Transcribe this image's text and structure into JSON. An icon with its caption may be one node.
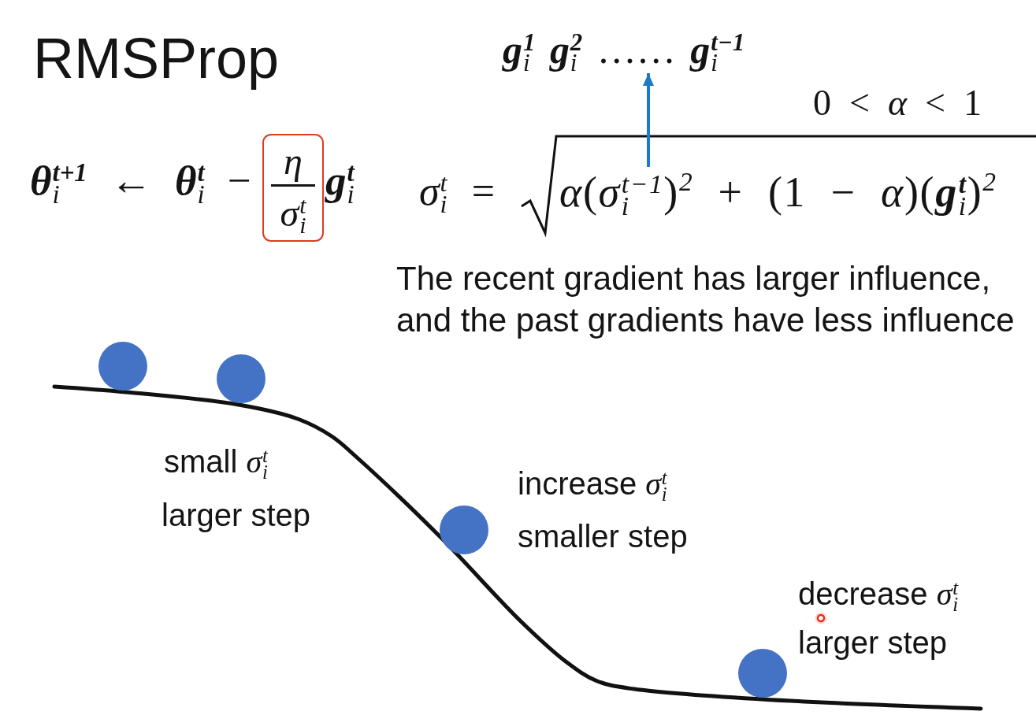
{
  "diagram": {
    "title": "RMSProp",
    "nodes": [
      {
        "text": [
          "**g**$_{i}$$^{1}$ **g**$_{i}$$^{2}$ …… **g**$_{i}$$^{t−1}$"
        ]
      },
      {
        "text": [
          "η",
          "*σ*$_{i}$$^{t}$"
        ]
      },
      {
        "text": [
          "*α*(*σ*$_{i}$$^{t−1}$)$^{2}$ + (1 − *α*)(**g**$_{i}$$^{t}$)$^{2}$"
        ]
      }
    ],
    "edges": [
      {
        "from": 2,
        "to": 0,
        "arrow": "to"
      }
    ],
    "labels": [
      "0 < *α* < 1",
      "**θ**$_{i}$$^{t+1}$ ← **θ**$_{i}$$^{t}$ −",
      "**g**$_{i}$$^{t}$",
      "*σ*$_{i}$$^{t}$ =",
      "The recent gradient has larger influence, and the past gradients have less influence",
      "small *σ*$_{i}$$^{t}$",
      "larger step",
      "increase *σ*$_{i}$$^{t}$",
      "smaller step",
      "decrease *σ*$_{i}$$^{t}$",
      "larger step"
    ]
  }
}
